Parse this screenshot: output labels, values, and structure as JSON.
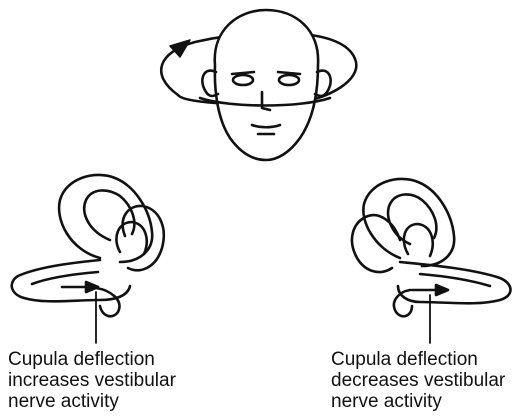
{
  "captions": {
    "left": {
      "line1": "Cupula deflection",
      "line2": "increases vestibular",
      "line3": "nerve activity"
    },
    "right": {
      "line1": "Cupula deflection",
      "line2": "decreases vestibular",
      "line3": "nerve activity"
    }
  },
  "icons": {
    "head": "head-icon",
    "rotation": "rotation-arrow-icon",
    "left_canals": "semicircular-canals-icon",
    "right_canals": "semicircular-canals-icon"
  },
  "colors": {
    "line": "#111111",
    "background": "#ffffff"
  }
}
